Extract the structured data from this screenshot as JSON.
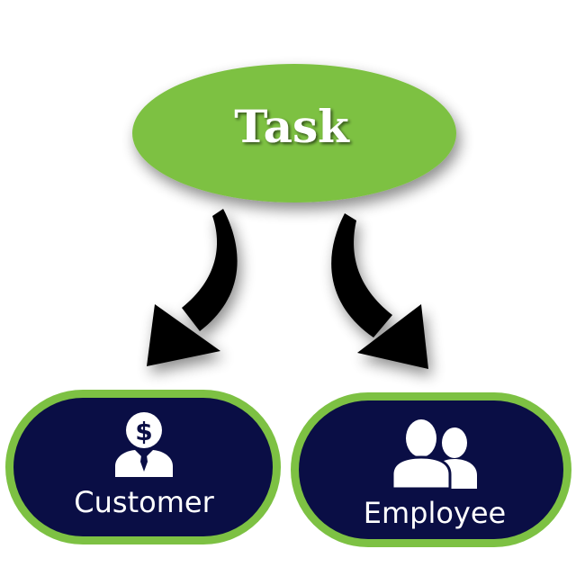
{
  "diagram": {
    "root": {
      "label": "Task"
    },
    "children": [
      {
        "label": "Customer",
        "icon": "dollar-person-icon"
      },
      {
        "label": "Employee",
        "icon": "people-group-icon"
      }
    ],
    "colors": {
      "green": "#7dc143",
      "navy": "#0a0e45",
      "arrow": "#000000",
      "text": "#ffffff"
    }
  }
}
